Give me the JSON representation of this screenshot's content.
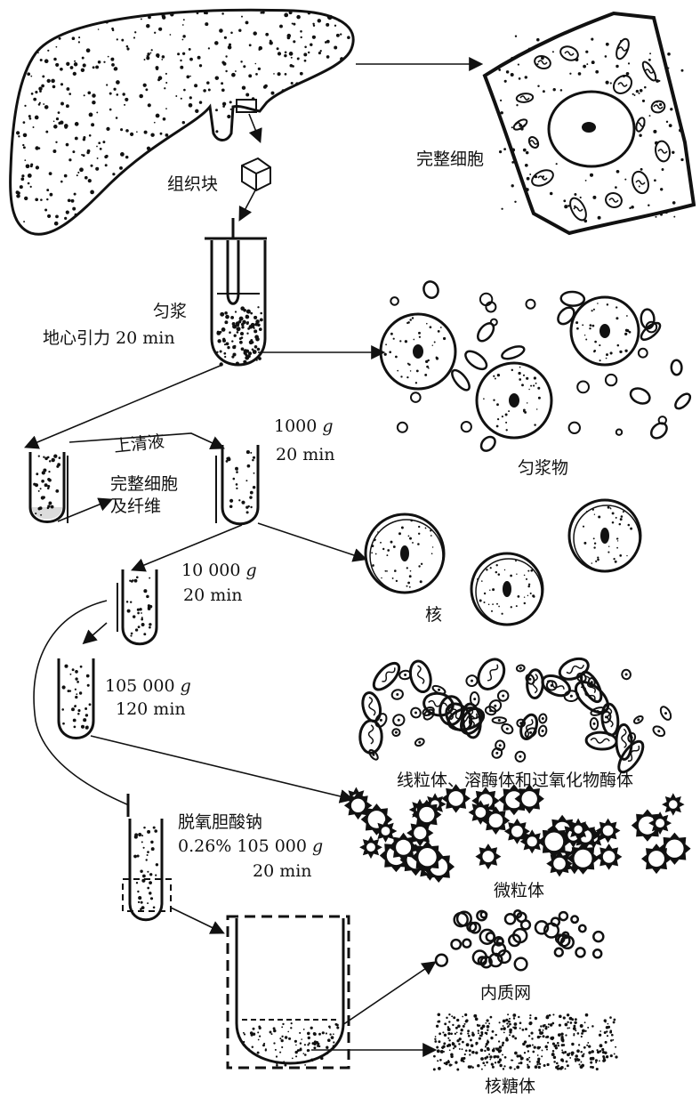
{
  "labels": {
    "tissue_block": "组织块",
    "intact_cell_top": "完整细胞",
    "homogenize": "匀浆",
    "centrifuge_time": "地心引力 20 min",
    "homogenate": "匀浆物",
    "supernatant": "上清液",
    "spin1_force": "1000",
    "spin1_time": "20 min",
    "cells_fibers_1": "完整细胞",
    "cells_fibers_2": "及纤维",
    "spin2_force": "10 000",
    "spin2_time": "20 min",
    "nucleus": "核",
    "spin3_force": "105 000",
    "spin3_time": "120 min",
    "organelles": "线粒体、溶酶体和过氧化物酶体",
    "detergent": "脱氧胆酸钠",
    "detergent_conc": "0.26% 105 000",
    "detergent_time": "20 min",
    "microsome": "微粒体",
    "er": "内质网",
    "ribosome": "核糖体",
    "g_unit": "g"
  },
  "colors": {
    "ink": "#111111",
    "paper": "#ffffff"
  }
}
